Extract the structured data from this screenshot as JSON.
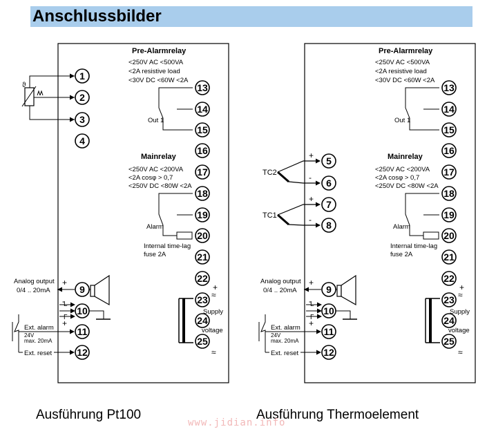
{
  "header": {
    "title": "Anschlussbilder"
  },
  "diagrams": [
    {
      "caption": "Ausführung Pt100",
      "pre_alarm": {
        "title": "Pre-Alarmrelay",
        "specs": [
          "<250V AC <500VA",
          "<2A resistive load",
          "<30V DC <60W <2A"
        ],
        "out_label": "Out 1"
      },
      "main_relay": {
        "title": "Mainrelay",
        "specs": [
          "<250V AC <200VA",
          "<2A cosφ > 0,7",
          "<250V DC <80W <2A"
        ],
        "alarm_label": "Alarm"
      },
      "fuse_label": [
        "Internal time-lag",
        "fuse 2A"
      ],
      "sensor_symbol": "ϑ",
      "analog_output": [
        "Analog output",
        "0/4 .. 20mA"
      ],
      "ext_alarm": [
        "Ext. alarm",
        "24V",
        "max. 20mA"
      ],
      "ext_reset": "Ext. reset",
      "supply": [
        "Supply",
        "voltage"
      ]
    },
    {
      "caption": "Ausführung Thermoelement",
      "pre_alarm": {
        "title": "Pre-Alarmrelay",
        "specs": [
          "<250V AC <500VA",
          "<2A resistive load",
          "<30V DC <60W <2A"
        ],
        "out_label": "Out 1"
      },
      "main_relay": {
        "title": "Mainrelay",
        "specs": [
          "<250V AC <200VA",
          "<2A cosφ > 0,7",
          "<250V DC <80W <2A"
        ],
        "alarm_label": "Alarm"
      },
      "fuse_label": [
        "Internal time-lag",
        "fuse 2A"
      ],
      "thermocouples": [
        "TC2",
        "TC1"
      ],
      "analog_output": [
        "Analog output",
        "0/4 .. 20mA"
      ],
      "ext_alarm": [
        "Ext. alarm",
        "24V",
        "max. 20mA"
      ],
      "ext_reset": "Ext. reset",
      "supply": [
        "Supply",
        "voltage"
      ]
    }
  ],
  "terminals": {
    "left": [
      "1",
      "2",
      "3",
      "4",
      "9",
      "10",
      "11",
      "12",
      "13",
      "14",
      "15",
      "16",
      "17",
      "18",
      "19",
      "20",
      "21",
      "22",
      "23",
      "24",
      "25"
    ],
    "right": [
      "5",
      "6",
      "7",
      "8",
      "9",
      "10",
      "11",
      "12",
      "13",
      "14",
      "15",
      "16",
      "17",
      "18",
      "19",
      "20",
      "21",
      "22",
      "23",
      "24",
      "25"
    ]
  },
  "symbols": {
    "plus": "+",
    "minus": "-",
    "tilde": "≈",
    "bracket_low": "L",
    "bracket_high": "Γ"
  },
  "watermark": "www.jidian.info"
}
